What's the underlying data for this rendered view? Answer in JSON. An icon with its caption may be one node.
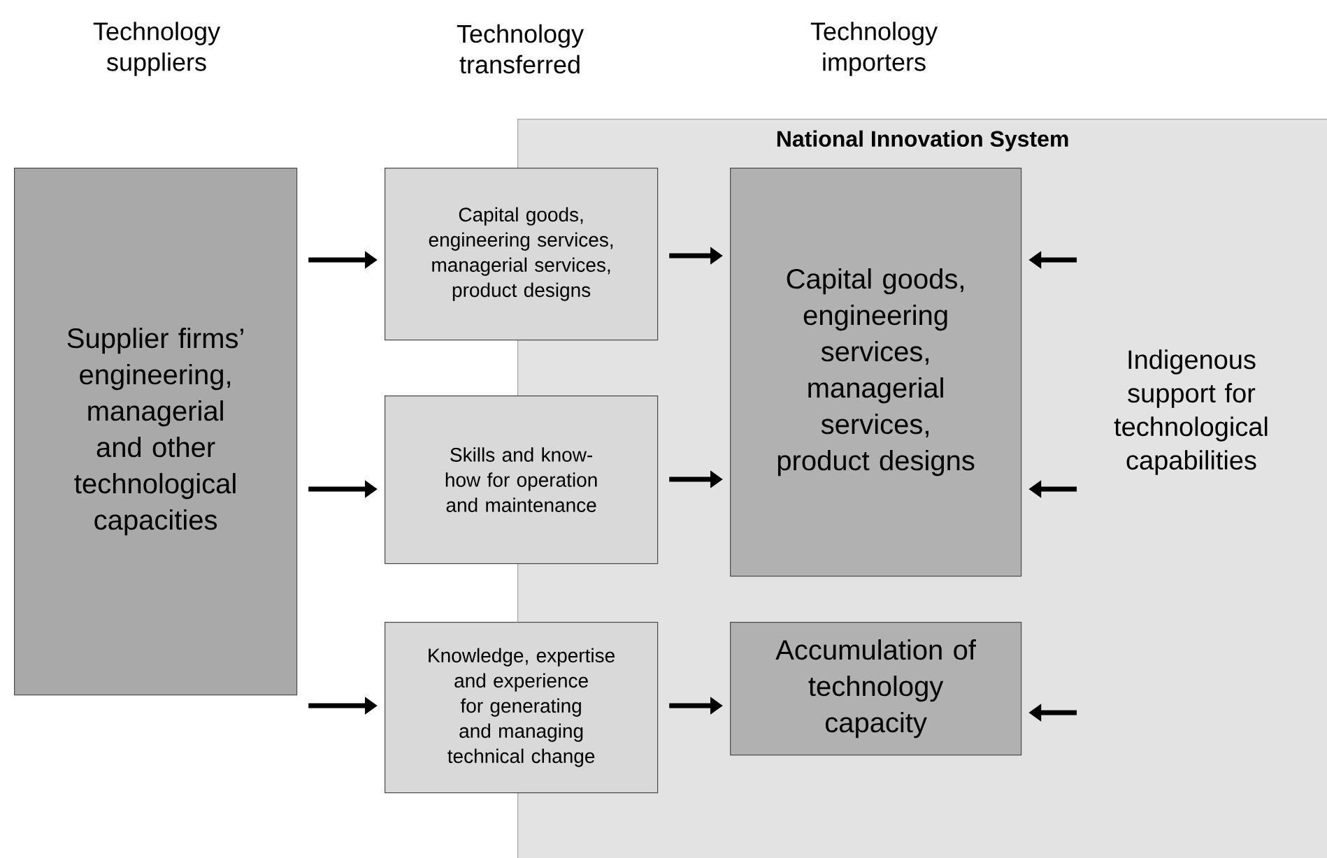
{
  "diagram": {
    "nodes": [
      {
        "text": [
          "National Innovation System"
        ]
      },
      {
        "text": [
          "Supplier firms’ engineering, managerial and other technological capacities"
        ]
      },
      {
        "text": [
          "Capital goods, engineering services, managerial services, product designs"
        ]
      },
      {
        "text": [
          "Skills and know-how for operation and maintenance"
        ]
      },
      {
        "text": [
          "Knowledge, expertise and experience for generating and managing technical change"
        ]
      },
      {
        "text": [
          "Capital goods, engineering services, managerial services, product designs"
        ],
        "in": 0
      },
      {
        "text": [
          "Accumulation of technology capacity"
        ],
        "in": 0
      },
      {
        "text": [
          "Indigenous support for technological capabilities"
        ],
        "in": 0
      }
    ],
    "edges": [
      {
        "from": 1,
        "to": 2,
        "arrow": "to"
      },
      {
        "from": 1,
        "to": 3,
        "arrow": "to"
      },
      {
        "from": 1,
        "to": 4,
        "arrow": "to"
      },
      {
        "from": 2,
        "to": 5,
        "arrow": "to"
      },
      {
        "from": 3,
        "to": 5,
        "arrow": "to"
      },
      {
        "from": 4,
        "to": 6,
        "arrow": "to"
      },
      {
        "from": null,
        "to": 5,
        "arrow": "to"
      },
      {
        "from": null,
        "to": 5,
        "arrow": "to"
      },
      {
        "from": null,
        "to": 6,
        "arrow": "to"
      }
    ],
    "labels": [
      "Technology suppliers",
      "Technology transferred",
      "Technology importers"
    ]
  }
}
